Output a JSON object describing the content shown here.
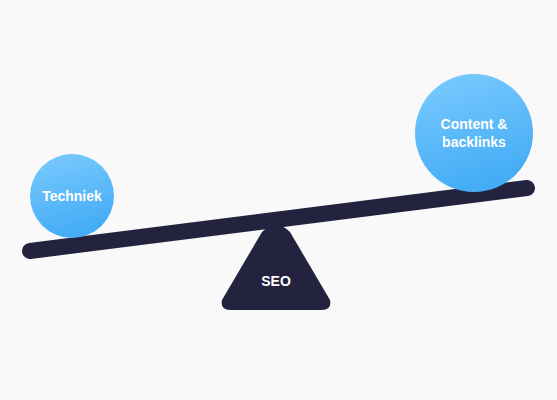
{
  "diagram": {
    "nodes": [
      {
        "text": [
          "Techniek"
        ]
      },
      {
        "text": [
          "Content & backlinks"
        ]
      },
      {
        "text": [
          "SEO"
        ]
      }
    ]
  }
}
